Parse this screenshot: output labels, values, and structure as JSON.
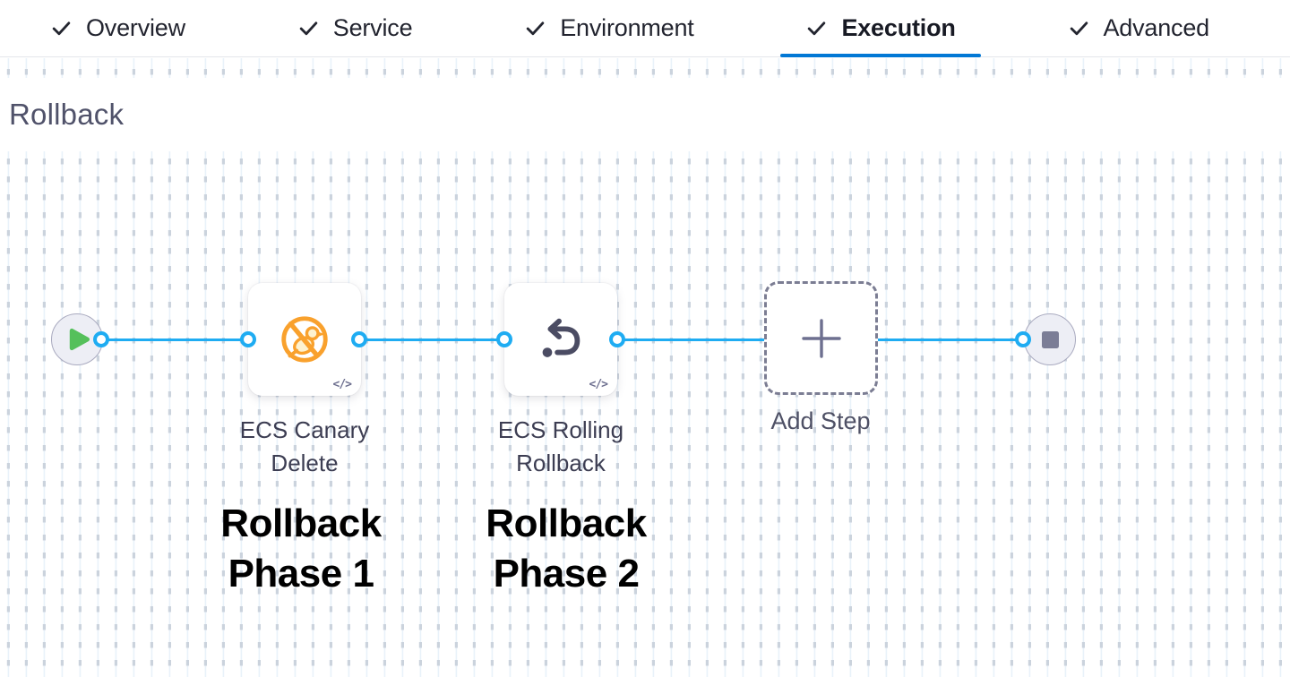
{
  "tabs": {
    "items": [
      {
        "label": "Overview",
        "checked": true,
        "active": false
      },
      {
        "label": "Service",
        "checked": true,
        "active": false
      },
      {
        "label": "Environment",
        "checked": true,
        "active": false
      },
      {
        "label": "Execution",
        "checked": true,
        "active": true
      },
      {
        "label": "Advanced",
        "checked": true,
        "active": false
      }
    ]
  },
  "section": {
    "title": "Rollback"
  },
  "pipeline": {
    "start_icon": "play-icon",
    "end_icon": "stop-icon",
    "steps": [
      {
        "name": "ECS Canary Delete",
        "icon": "canary-delete-icon",
        "code_badge": "</>"
      },
      {
        "name": "ECS Rolling Rollback",
        "icon": "rollback-arrow-icon",
        "code_badge": "</>"
      }
    ],
    "add_step_label": "Add Step"
  },
  "annotations": [
    {
      "text": "Rollback Phase 1"
    },
    {
      "text": "Rollback Phase 2"
    }
  ],
  "icons": [
    "check-icon",
    "play-icon",
    "stop-icon",
    "canary-delete-icon",
    "rollback-arrow-icon",
    "plus-icon",
    "code-icon"
  ],
  "colors": {
    "active_tab_underline": "#0278d5",
    "connector_blue": "#1facf2",
    "play_green": "#55c05b",
    "canary_orange": "#f9a12d",
    "node_fill": "#edeef5",
    "icon_slate": "#4b4c63",
    "grid_dash": "#cbd3dd",
    "grid_line": "#e9f2fa"
  }
}
